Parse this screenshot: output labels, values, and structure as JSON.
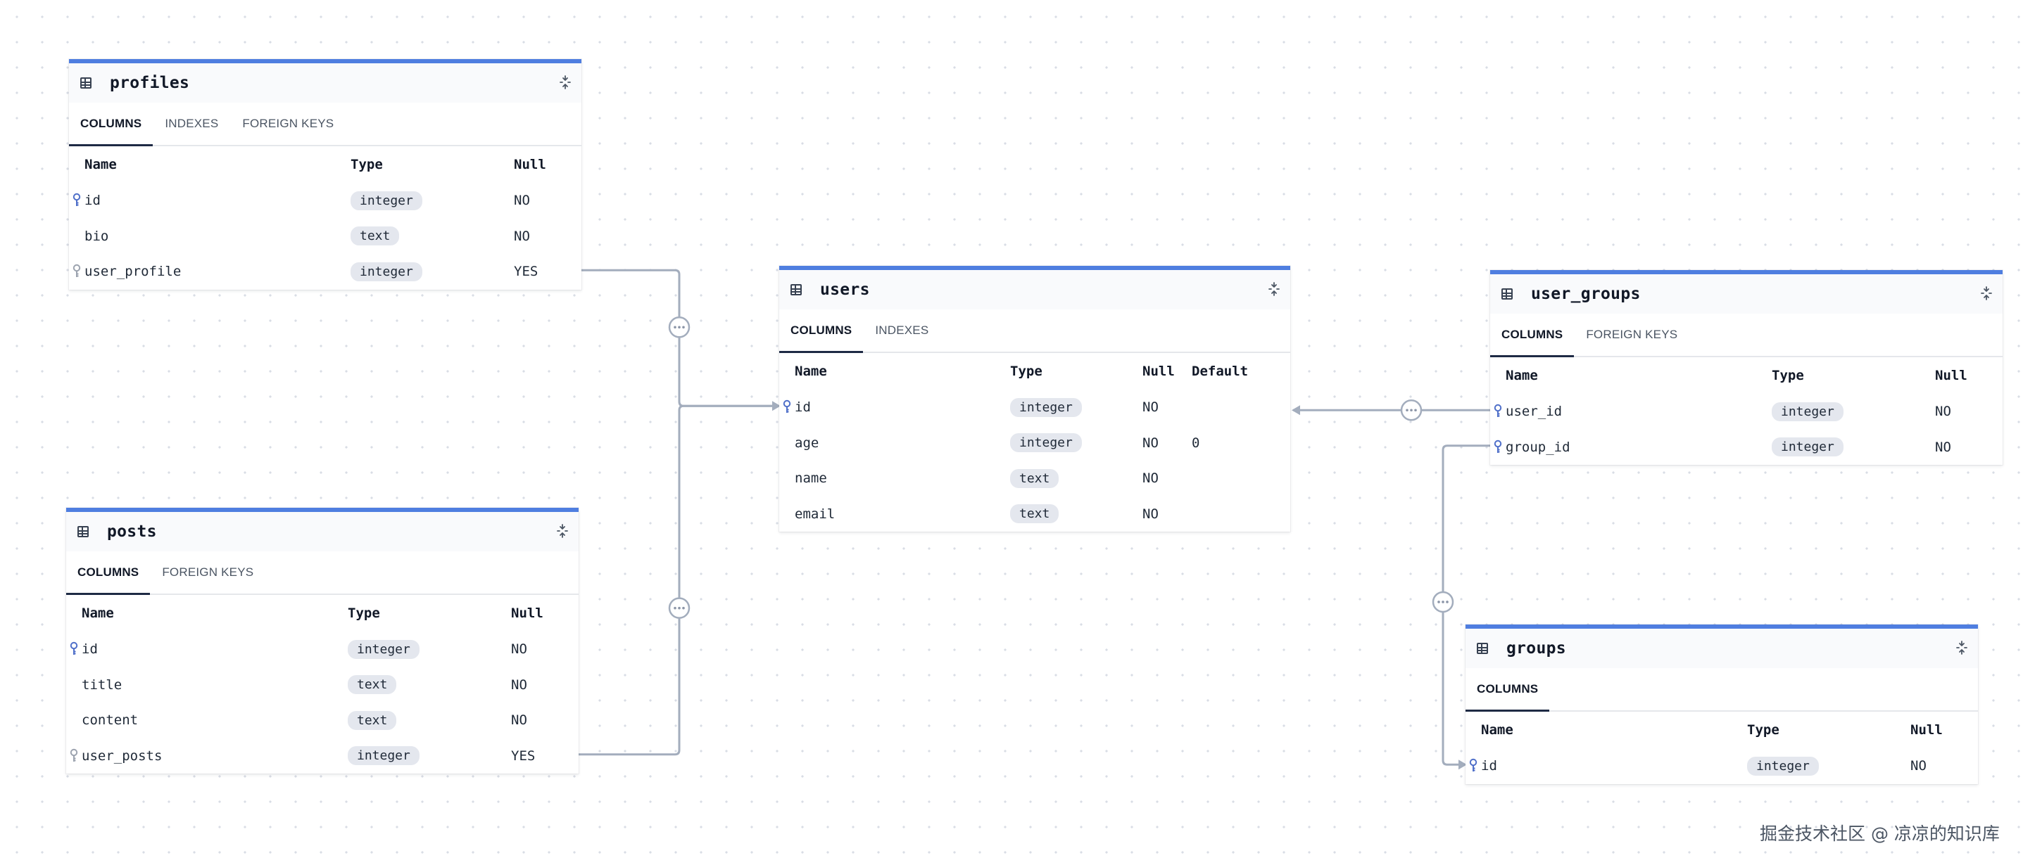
{
  "column_headers": {
    "name": "Name",
    "type": "Type",
    "null": "Null",
    "default": "Default"
  },
  "tables": {
    "profiles": {
      "name": "profiles",
      "tabs": [
        "COLUMNS",
        "INDEXES",
        "FOREIGN KEYS"
      ],
      "active_tab": "COLUMNS",
      "columns": [
        {
          "name": "id",
          "type": "integer",
          "null": "NO",
          "key": "primary"
        },
        {
          "name": "bio",
          "type": "text",
          "null": "NO",
          "key": ""
        },
        {
          "name": "user_profile",
          "type": "integer",
          "null": "YES",
          "key": "foreign"
        }
      ]
    },
    "posts": {
      "name": "posts",
      "tabs": [
        "COLUMNS",
        "FOREIGN KEYS"
      ],
      "active_tab": "COLUMNS",
      "columns": [
        {
          "name": "id",
          "type": "integer",
          "null": "NO",
          "key": "primary"
        },
        {
          "name": "title",
          "type": "text",
          "null": "NO",
          "key": ""
        },
        {
          "name": "content",
          "type": "text",
          "null": "NO",
          "key": ""
        },
        {
          "name": "user_posts",
          "type": "integer",
          "null": "YES",
          "key": "foreign"
        }
      ]
    },
    "users": {
      "name": "users",
      "tabs": [
        "COLUMNS",
        "INDEXES"
      ],
      "active_tab": "COLUMNS",
      "columns": [
        {
          "name": "id",
          "type": "integer",
          "null": "NO",
          "default": "",
          "key": "primary"
        },
        {
          "name": "age",
          "type": "integer",
          "null": "NO",
          "default": "0",
          "key": ""
        },
        {
          "name": "name",
          "type": "text",
          "null": "NO",
          "default": "",
          "key": ""
        },
        {
          "name": "email",
          "type": "text",
          "null": "NO",
          "default": "",
          "key": ""
        }
      ]
    },
    "user_groups": {
      "name": "user_groups",
      "tabs": [
        "COLUMNS",
        "FOREIGN KEYS"
      ],
      "active_tab": "COLUMNS",
      "columns": [
        {
          "name": "user_id",
          "type": "integer",
          "null": "NO",
          "key": "primary"
        },
        {
          "name": "group_id",
          "type": "integer",
          "null": "NO",
          "key": "primary"
        }
      ]
    },
    "groups": {
      "name": "groups",
      "tabs": [
        "COLUMNS"
      ],
      "active_tab": "COLUMNS",
      "columns": [
        {
          "name": "id",
          "type": "integer",
          "null": "NO",
          "key": "primary"
        }
      ]
    }
  },
  "relationships": [
    {
      "from": "profiles.user_profile",
      "to": "users.id"
    },
    {
      "from": "posts.user_posts",
      "to": "users.id"
    },
    {
      "from": "user_groups.user_id",
      "to": "users.id"
    },
    {
      "from": "user_groups.group_id",
      "to": "groups.id"
    }
  ],
  "colors": {
    "card_accent": "#4f7ee0",
    "edge": "#a3adbd",
    "key_icon": "#4f6fc9",
    "type_pill": "#e4e7ee"
  },
  "watermark": "掘金技术社区 @ 凉凉的知识库"
}
